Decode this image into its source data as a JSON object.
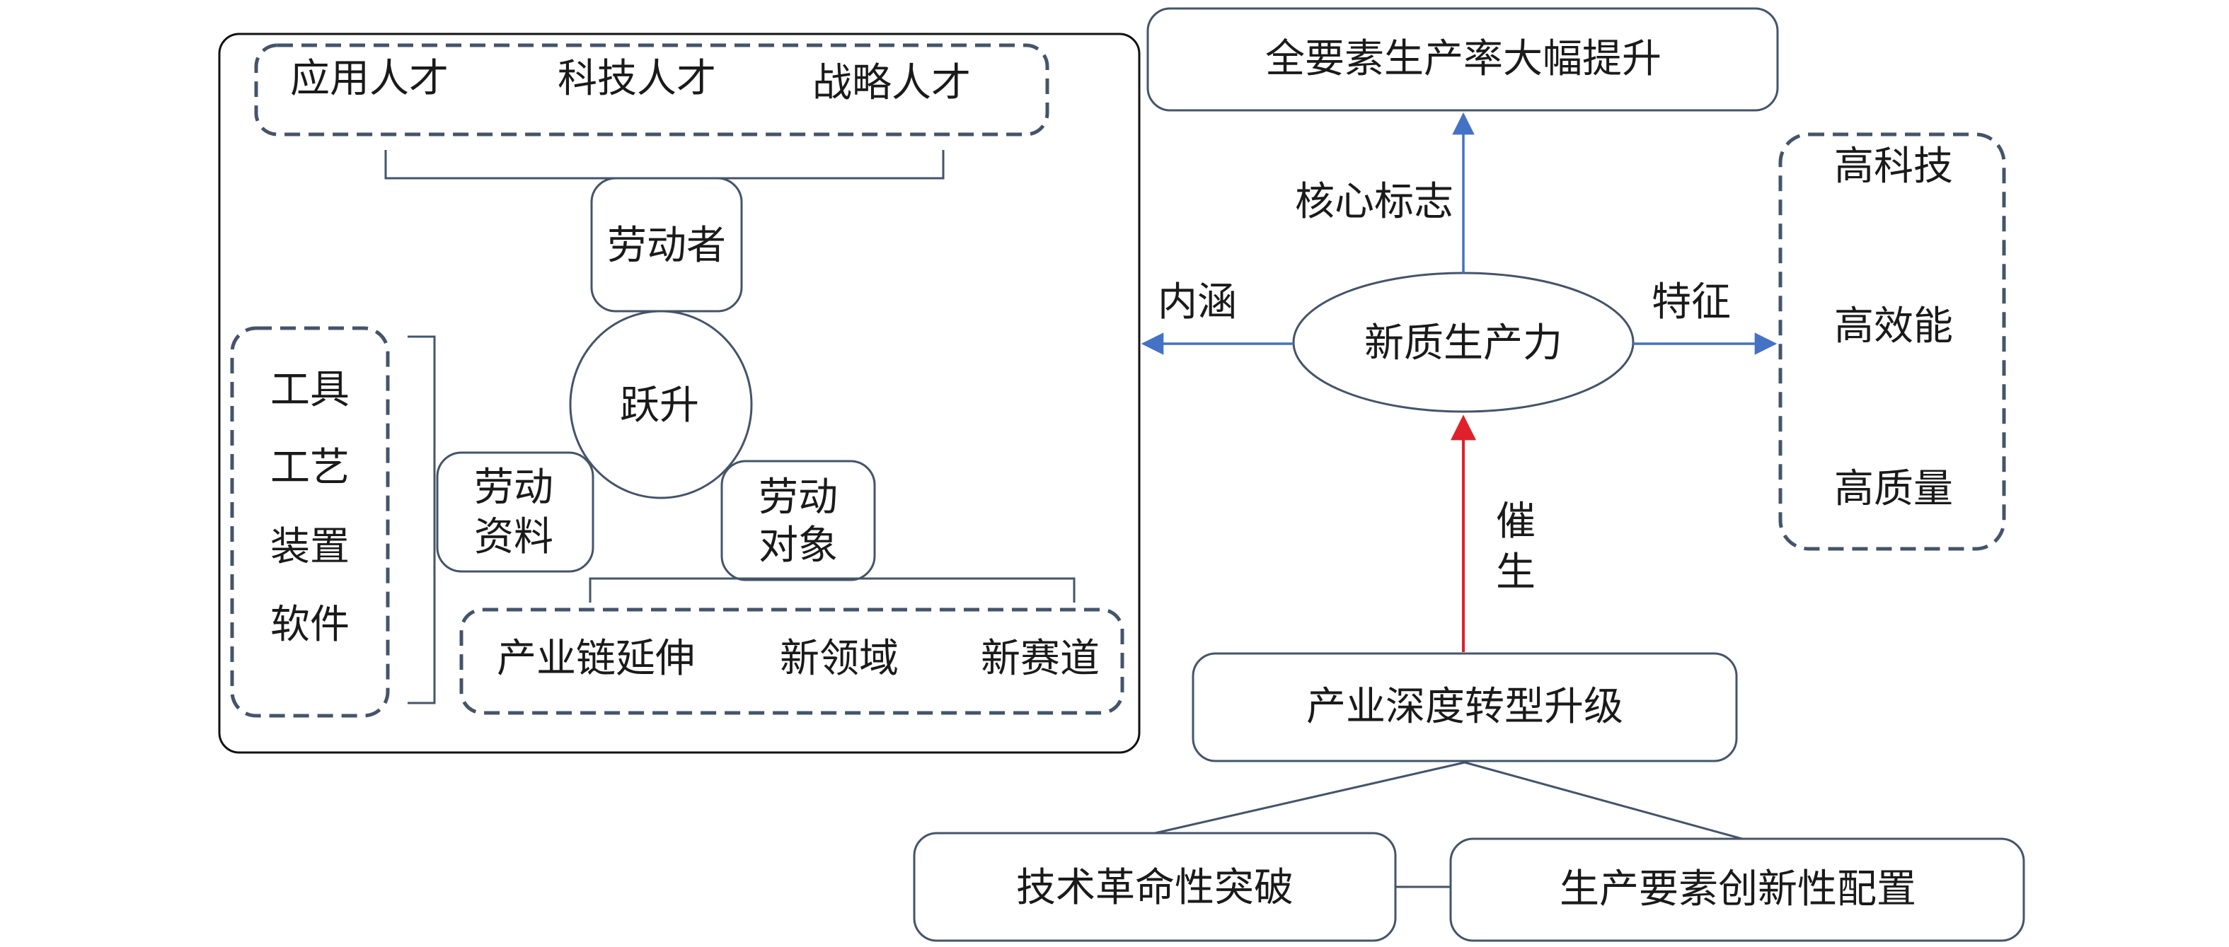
{
  "left_panel": {
    "talent_types": [
      "应用人才",
      "科技人才",
      "战略人才"
    ],
    "laborer": "劳动者",
    "leap": "跃升",
    "means_of_labor": [
      "劳动",
      "资料"
    ],
    "objects_of_labor": [
      "劳动",
      "对象"
    ],
    "tools": [
      "工具",
      "工艺",
      "装置",
      "软件"
    ],
    "domains": [
      "产业链延伸",
      "新领域",
      "新赛道"
    ]
  },
  "center": {
    "core": "新质生产力",
    "top_node": "全要素生产率大幅提升",
    "top_edge_label": "核心标志",
    "left_edge_label": "内涵",
    "right_edge_label": "特征",
    "bottom_edge_label": [
      "催",
      "生"
    ]
  },
  "features": [
    "高科技",
    "高效能",
    "高质量"
  ],
  "bottom": {
    "transform": "产业深度转型升级",
    "tech": "技术革命性突破",
    "factors": "生产要素创新性配置"
  },
  "colors": {
    "node_stroke": "#44546a",
    "arrow_blue": "#4472c4",
    "arrow_red": "#e0202a"
  }
}
